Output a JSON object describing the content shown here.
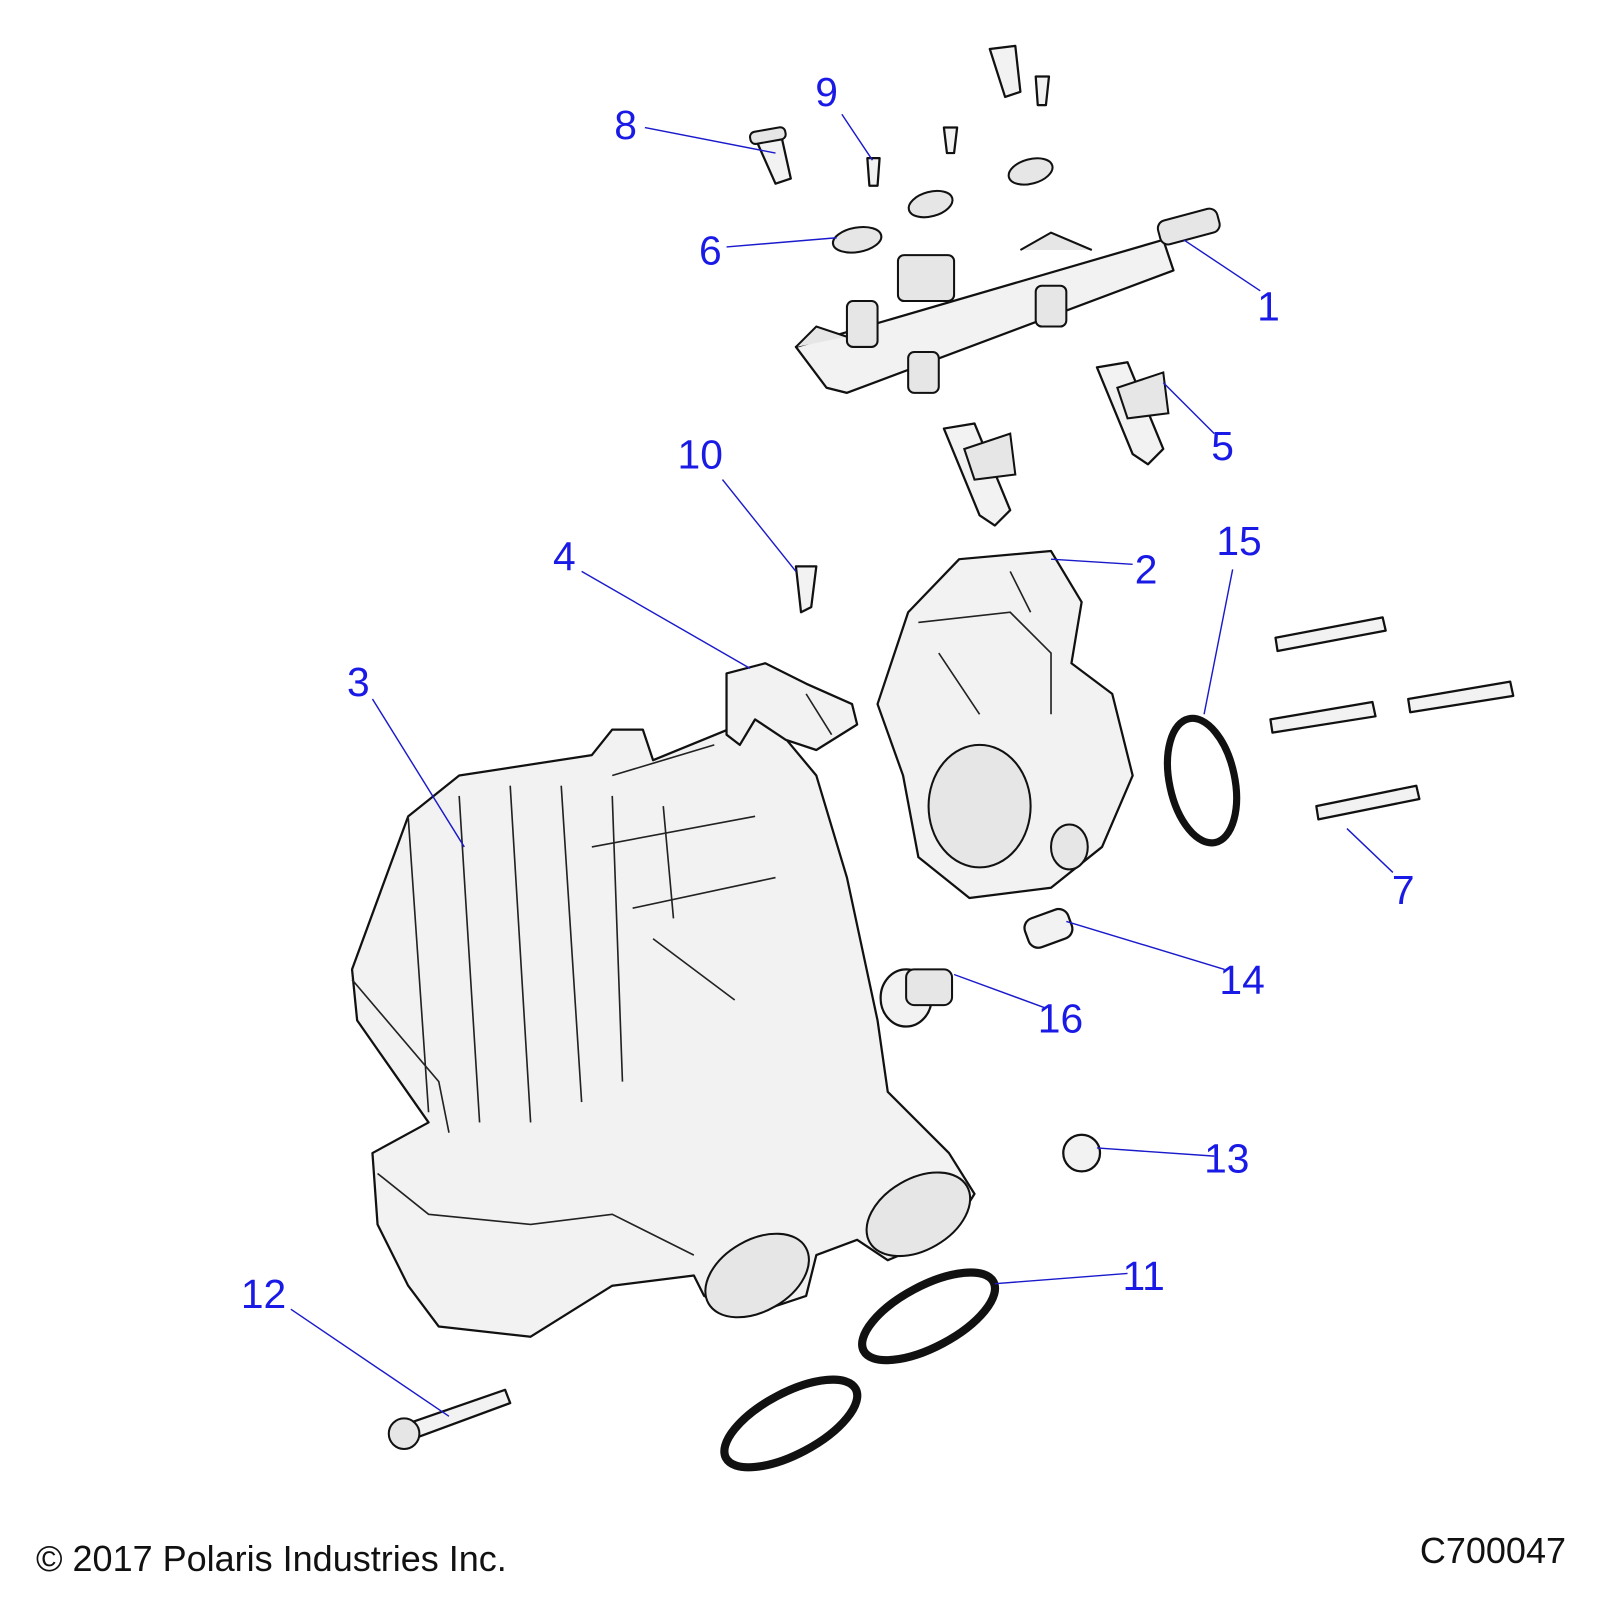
{
  "diagram": {
    "callouts": [
      "1",
      "2",
      "3",
      "4",
      "5",
      "6",
      "7",
      "8",
      "9",
      "10",
      "11",
      "12",
      "13",
      "14",
      "15",
      "16"
    ],
    "label_color": "#1a1ae6"
  },
  "footer": {
    "copyright": "© 2017 Polaris Industries Inc.",
    "drawing_number": "C700047"
  }
}
